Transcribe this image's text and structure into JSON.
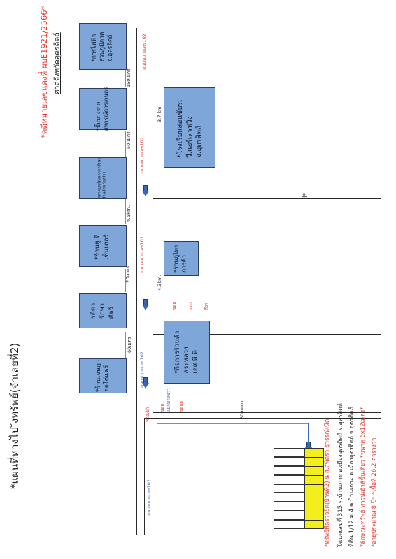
{
  "doc": {
    "title": "*แผนที่ทางไป  ังทรัพย์(จำเลยที่2)",
    "court_case": "*คดีหมายเลขแดงที่ ผบE1921/2566*",
    "court_name": "ศาลจังหวัดอุตรดิตถ์",
    "scan_mark": "l*"
  },
  "places": {
    "p1": "*ร้านเจษฎา\nออโต้แคร์",
    "p2": "รดิตา\nรักษา\nสัตว์",
    "p3": "*ร้านยู.ดี.\nเซ็นเตอร์",
    "p4": "ตลาดบูญนิมคลาดกรังนา\nร้านวัสดุก่อสร้าง",
    "p5": "*ปั๊มบางจาก\nสหกรณ์การเกษตร",
    "p6": "*การไฟฟ้า\nส่วนภูมิภาค\nจ.อุตรดิตถ์",
    "p7": "*โรงเรียนสอนขับรถ\nวี.แอร์เดรฟวิ่ง\nจ.อุตรดิตถ์",
    "p8": "*ร้านภูไทย\nการค้า",
    "p9": "*กิจการร้านค้า\nสระหลวง\nเอส.พี.พี"
  },
  "distances": {
    "d1": "60เมตร",
    "d2": "20เมตร",
    "d3": "4.5km.",
    "d4": "50 เมตร",
    "d5": "150เมตร",
    "d6": "3.7 km.",
    "d7": "4.3km.",
    "d8": "300เมตร"
  },
  "roads": {
    "r1": "ถนนหมายเลข102",
    "r2": "ถนนหมายเลข102",
    "r3": "ถนนหมายเลข102",
    "r4": "ถนนหมายเลข102",
    "r5": "ถนนหมายเลข102"
  },
  "side_labels": {
    "a": "ทางเข้า",
    "b": "ซอย",
    "c": "แยกทางขวา",
    "d": "ซอยย",
    "e": "ซอย",
    "f": "แยก",
    "g": "ถึงา"
  },
  "property": {
    "line1": "*ทรัพย์ที่ตรวจยึด(บ้านที่2)   น.ส.สุพัตรา ธุวรรณ์เน๊ต",
    "line2": "โฉนดเลขที่ 315 ต.บ้านเกาะ อ.เมืองอุตรดิตถ์ จ.อุตรดิตถ์",
    "line3": "ที่ดิน 1/12 ม.4 ต.บ้านเกาะ อ.เมืองอุตรดิตถ์ จ.อุตรดิตถ์",
    "line4": "*ลักษณะทรัพย์  ทาวน์เฮ้าส์ชั้นเดียว   *ขนาด 6x12เมตร*",
    "line5": "*อายุประมาณ 8 ปี*        *เนื้อที่  26.2 ตารางวา"
  },
  "colors": {
    "box": "#7fa6d9",
    "highlight": "#f3ef1c",
    "red_text": "#e53b2f",
    "blue_text": "#4a6fb0"
  }
}
